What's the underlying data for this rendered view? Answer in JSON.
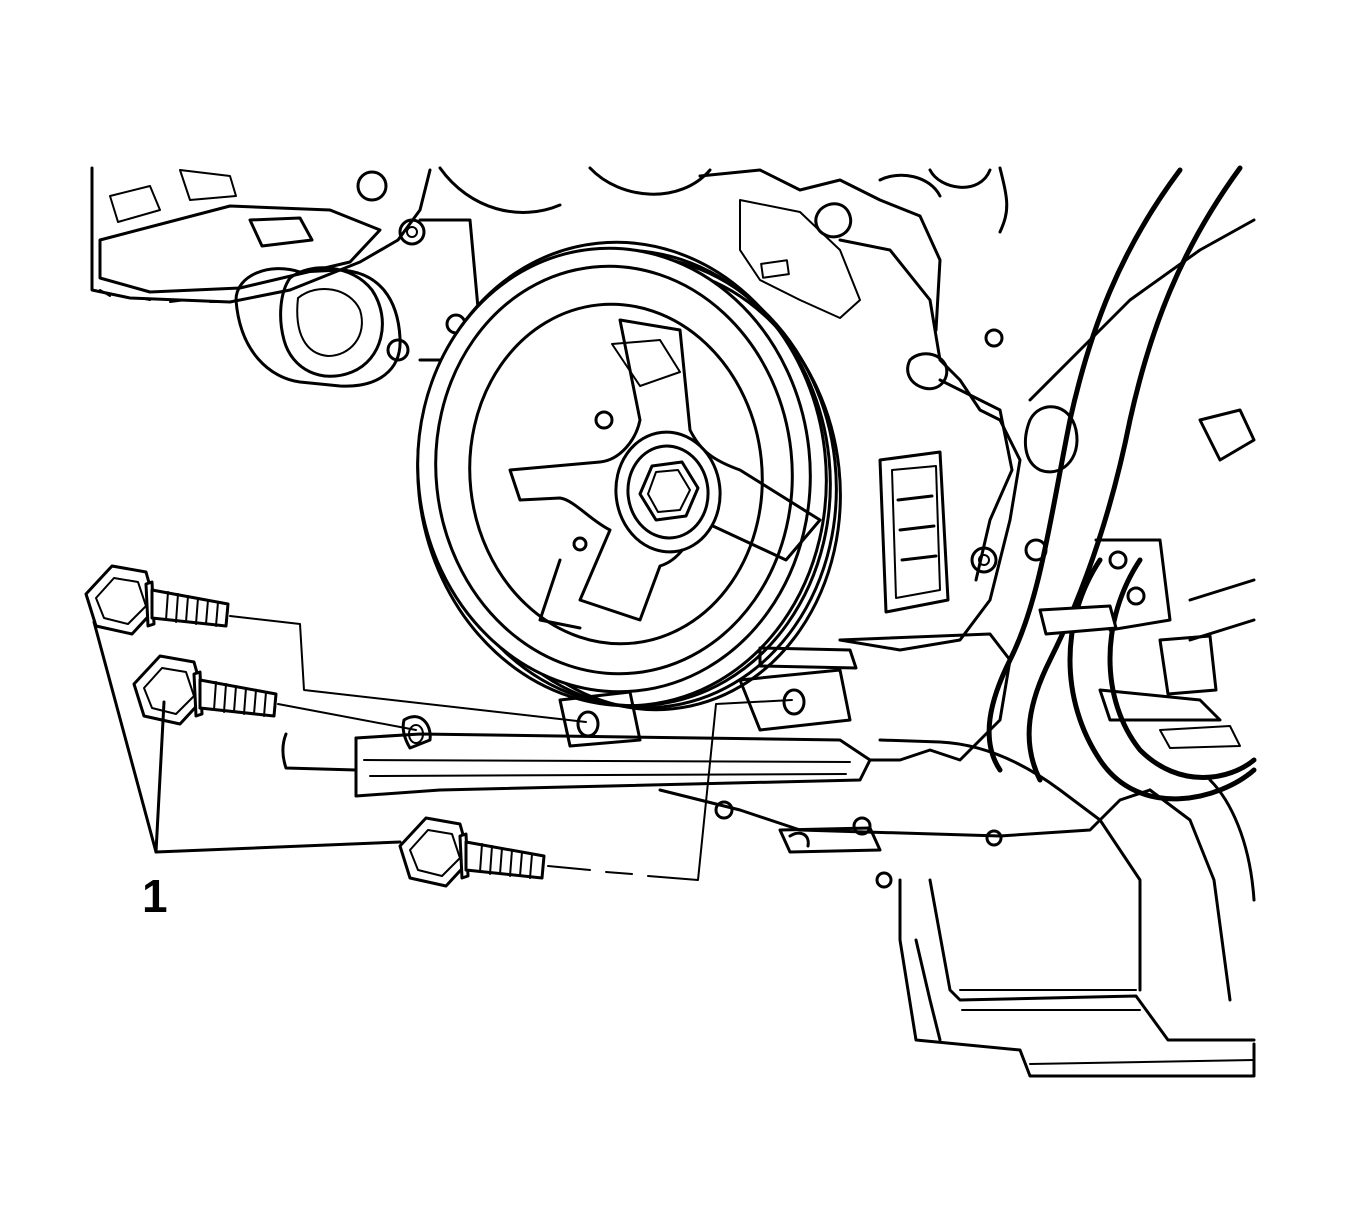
{
  "diagram": {
    "callouts": [
      {
        "id": "1",
        "label": "1",
        "part": "bolt"
      }
    ],
    "colors": {
      "line": "#000000",
      "background": "#ffffff"
    }
  }
}
